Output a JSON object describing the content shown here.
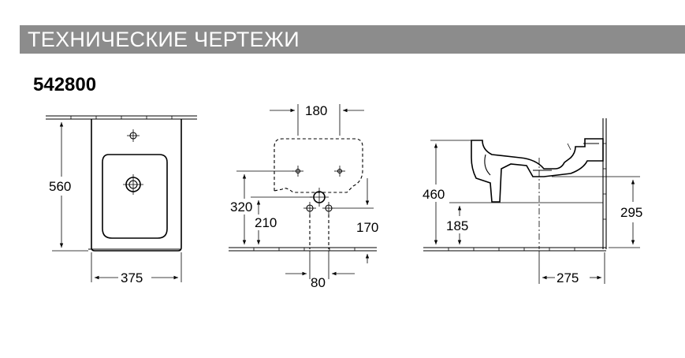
{
  "header": {
    "title": "ТЕХНИЧЕСКИЕ ЧЕРТЕЖИ"
  },
  "model": {
    "number": "542800"
  },
  "dimensions": {
    "front": {
      "height": "560",
      "width": "375"
    },
    "back": {
      "holes_spacing": "180",
      "height_320": "320",
      "height_210": "210",
      "height_170": "170",
      "inlet_spacing": "80"
    },
    "side": {
      "height_460": "460",
      "height_185": "185",
      "height_295": "295",
      "depth_275": "275"
    }
  },
  "colors": {
    "header_bg": "#8c8c8c",
    "header_text": "#ffffff",
    "lines": "#000000"
  }
}
